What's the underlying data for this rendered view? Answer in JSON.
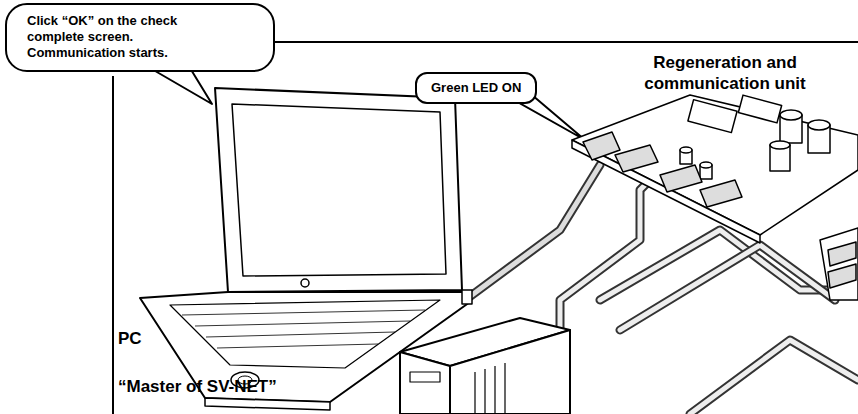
{
  "diagram": {
    "nodes": [
      {
        "text": [
          "Click “OK” on the check complete screen. Communication starts."
        ]
      },
      {
        "text": [
          "Green LED ON"
        ]
      }
    ],
    "labels": [
      "Regeneration and communication unit",
      "PC",
      "“Master of SV-NET”"
    ]
  }
}
